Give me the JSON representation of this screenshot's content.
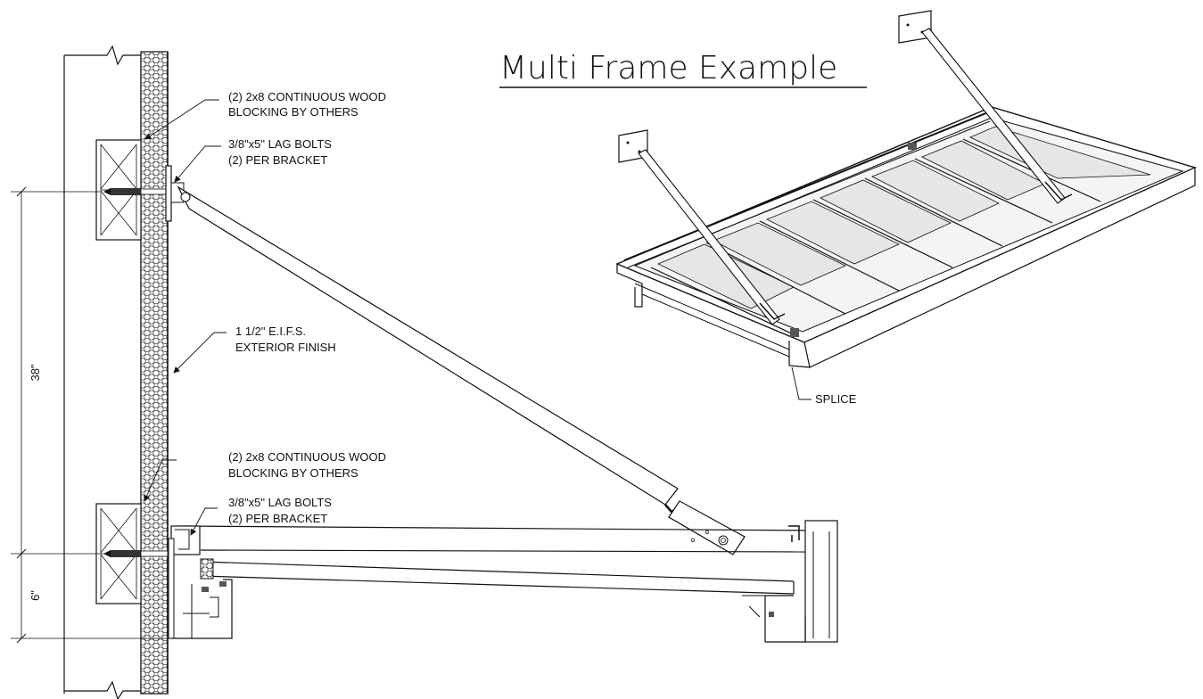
{
  "title": "Multi Frame Example",
  "callouts": {
    "blocking_upper": [
      "(2) 2x8 CONTINUOUS WOOD",
      "BLOCKING BY OTHERS"
    ],
    "lag_upper": [
      "3/8\"x5\" LAG BOLTS",
      "(2) PER BRACKET"
    ],
    "eifs": [
      "1 1/2\" E.I.F.S.",
      "EXTERIOR FINISH"
    ],
    "blocking_lower": [
      "(2) 2x8 CONTINUOUS WOOD",
      "BLOCKING BY OTHERS"
    ],
    "lag_lower": [
      "3/8\"x5\" LAG BOLTS",
      "(2) PER BRACKET"
    ],
    "splice": "SPLICE"
  },
  "dimensions": {
    "upper": "38\"",
    "lower": "6\""
  },
  "colors": {
    "line": "#111111",
    "paper": "#ffffff",
    "panel": "#e6e6e6",
    "panel_dark": "#9a9a9a"
  }
}
